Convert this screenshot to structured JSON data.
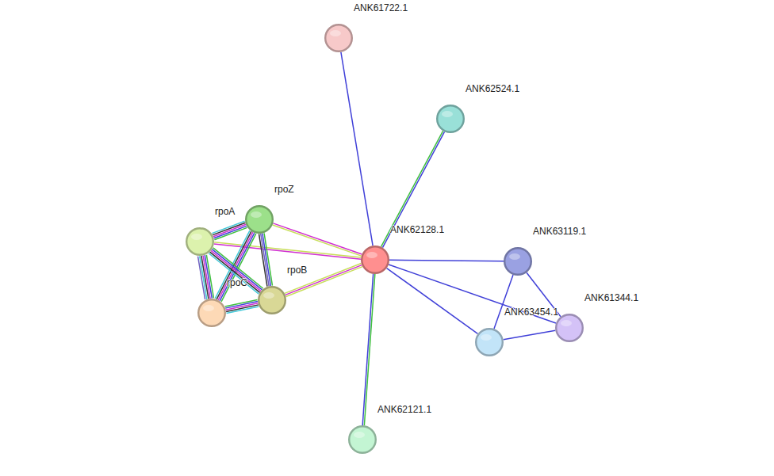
{
  "diagram": {
    "nodes": [
      {
        "text": [
          "ANK61722.1"
        ]
      },
      {
        "text": [
          "ANK62524.1"
        ]
      },
      {
        "text": [
          "rpoZ"
        ]
      },
      {
        "text": [
          "rpoA"
        ]
      },
      {
        "text": [
          "ANK62128.1"
        ]
      },
      {
        "text": [
          "ANK63119.1"
        ]
      },
      {
        "text": [
          "rpoC"
        ]
      },
      {
        "text": [
          "rpoB"
        ]
      },
      {
        "text": [
          "ANK63454.1"
        ]
      },
      {
        "text": [
          "ANK61344.1"
        ]
      },
      {
        "text": [
          "ANK62121.1"
        ]
      }
    ],
    "edges": [
      {
        "from": 4,
        "to": 0,
        "arrow": "none"
      },
      {
        "from": 4,
        "to": 1,
        "arrow": "none"
      },
      {
        "from": 4,
        "to": 2,
        "arrow": "none"
      },
      {
        "from": 4,
        "to": 3,
        "arrow": "none"
      },
      {
        "from": 4,
        "to": 7,
        "arrow": "none"
      },
      {
        "from": 4,
        "to": 5,
        "arrow": "none"
      },
      {
        "from": 4,
        "to": 8,
        "arrow": "none"
      },
      {
        "from": 4,
        "to": 9,
        "arrow": "none"
      },
      {
        "from": 4,
        "to": 10,
        "arrow": "none"
      },
      {
        "from": 5,
        "to": 8,
        "arrow": "none"
      },
      {
        "from": 5,
        "to": 9,
        "arrow": "none"
      },
      {
        "from": 8,
        "to": 9,
        "arrow": "none"
      },
      {
        "from": 2,
        "to": 3,
        "arrow": "none"
      },
      {
        "from": 2,
        "to": 6,
        "arrow": "none"
      },
      {
        "from": 2,
        "to": 7,
        "arrow": "none"
      },
      {
        "from": 3,
        "to": 6,
        "arrow": "none"
      },
      {
        "from": 3,
        "to": 7,
        "arrow": "none"
      },
      {
        "from": 6,
        "to": 7,
        "arrow": "none"
      }
    ]
  }
}
